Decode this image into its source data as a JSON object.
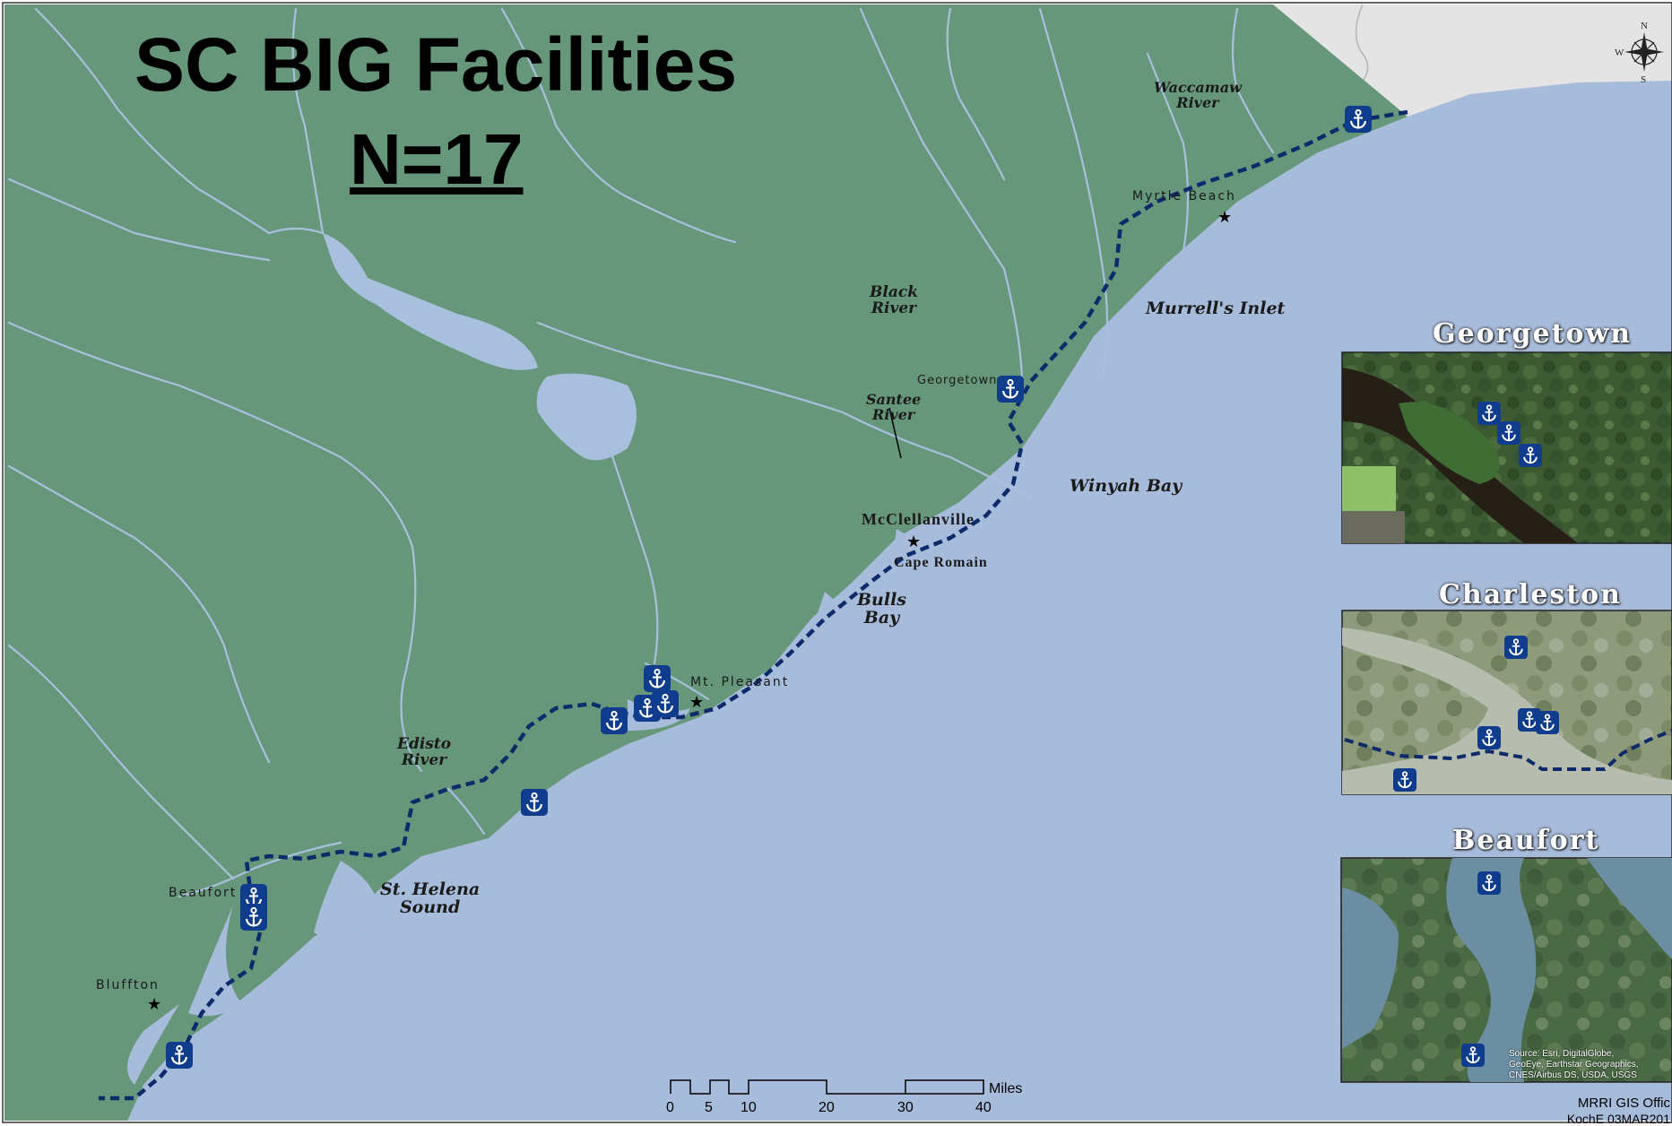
{
  "title": "SC BIG Facilities",
  "subtitle": "N=17",
  "colors": {
    "land": "#66977a",
    "water": "#a7bbda",
    "river": "#a8c0de",
    "route": "#0d2a6b",
    "marker": "#0f3c8c",
    "outside": "#e4e4e4"
  },
  "icons": {
    "facility": "anchor-icon",
    "town": "star-icon",
    "north": "compass-rose-icon"
  },
  "labels": {
    "waccamaw_river": "Waccamaw\nRiver",
    "myrtle_beach": "Myrtle Beach",
    "black_river": "Black\nRiver",
    "murrells_inlet": "Murrell's Inlet",
    "georgetown": "Georgetown",
    "santee_river": "Santee\nRiver",
    "winyah_bay": "Winyah Bay",
    "mcclellanville": "McClellanville",
    "cape_romain": "Cape Romain",
    "bulls_bay": "Bulls\nBay",
    "mt_pleasant": "Mt. Pleasant",
    "edisto_river": "Edisto\nRiver",
    "st_helena_sound": "St. Helena\nSound",
    "beaufort": "Beaufort",
    "bluffton": "Bluffton"
  },
  "compass": {
    "n": "N",
    "s": "S",
    "w": "W"
  },
  "insets": [
    {
      "title": "Georgetown"
    },
    {
      "title": "Charleston"
    },
    {
      "title": "Beaufort"
    }
  ],
  "source": "Source: Esri, DigitalGlobe,\nGeoEye, Earthstar Geographics,\nCNES/Airbus DS, USDA, USGS",
  "credit_line1": "MRRI GIS Offic",
  "credit_line2": "KochE 03MAR201",
  "scale": {
    "unit": "Miles",
    "ticks": [
      "0",
      "5",
      "10",
      "20",
      "30",
      "40"
    ]
  }
}
